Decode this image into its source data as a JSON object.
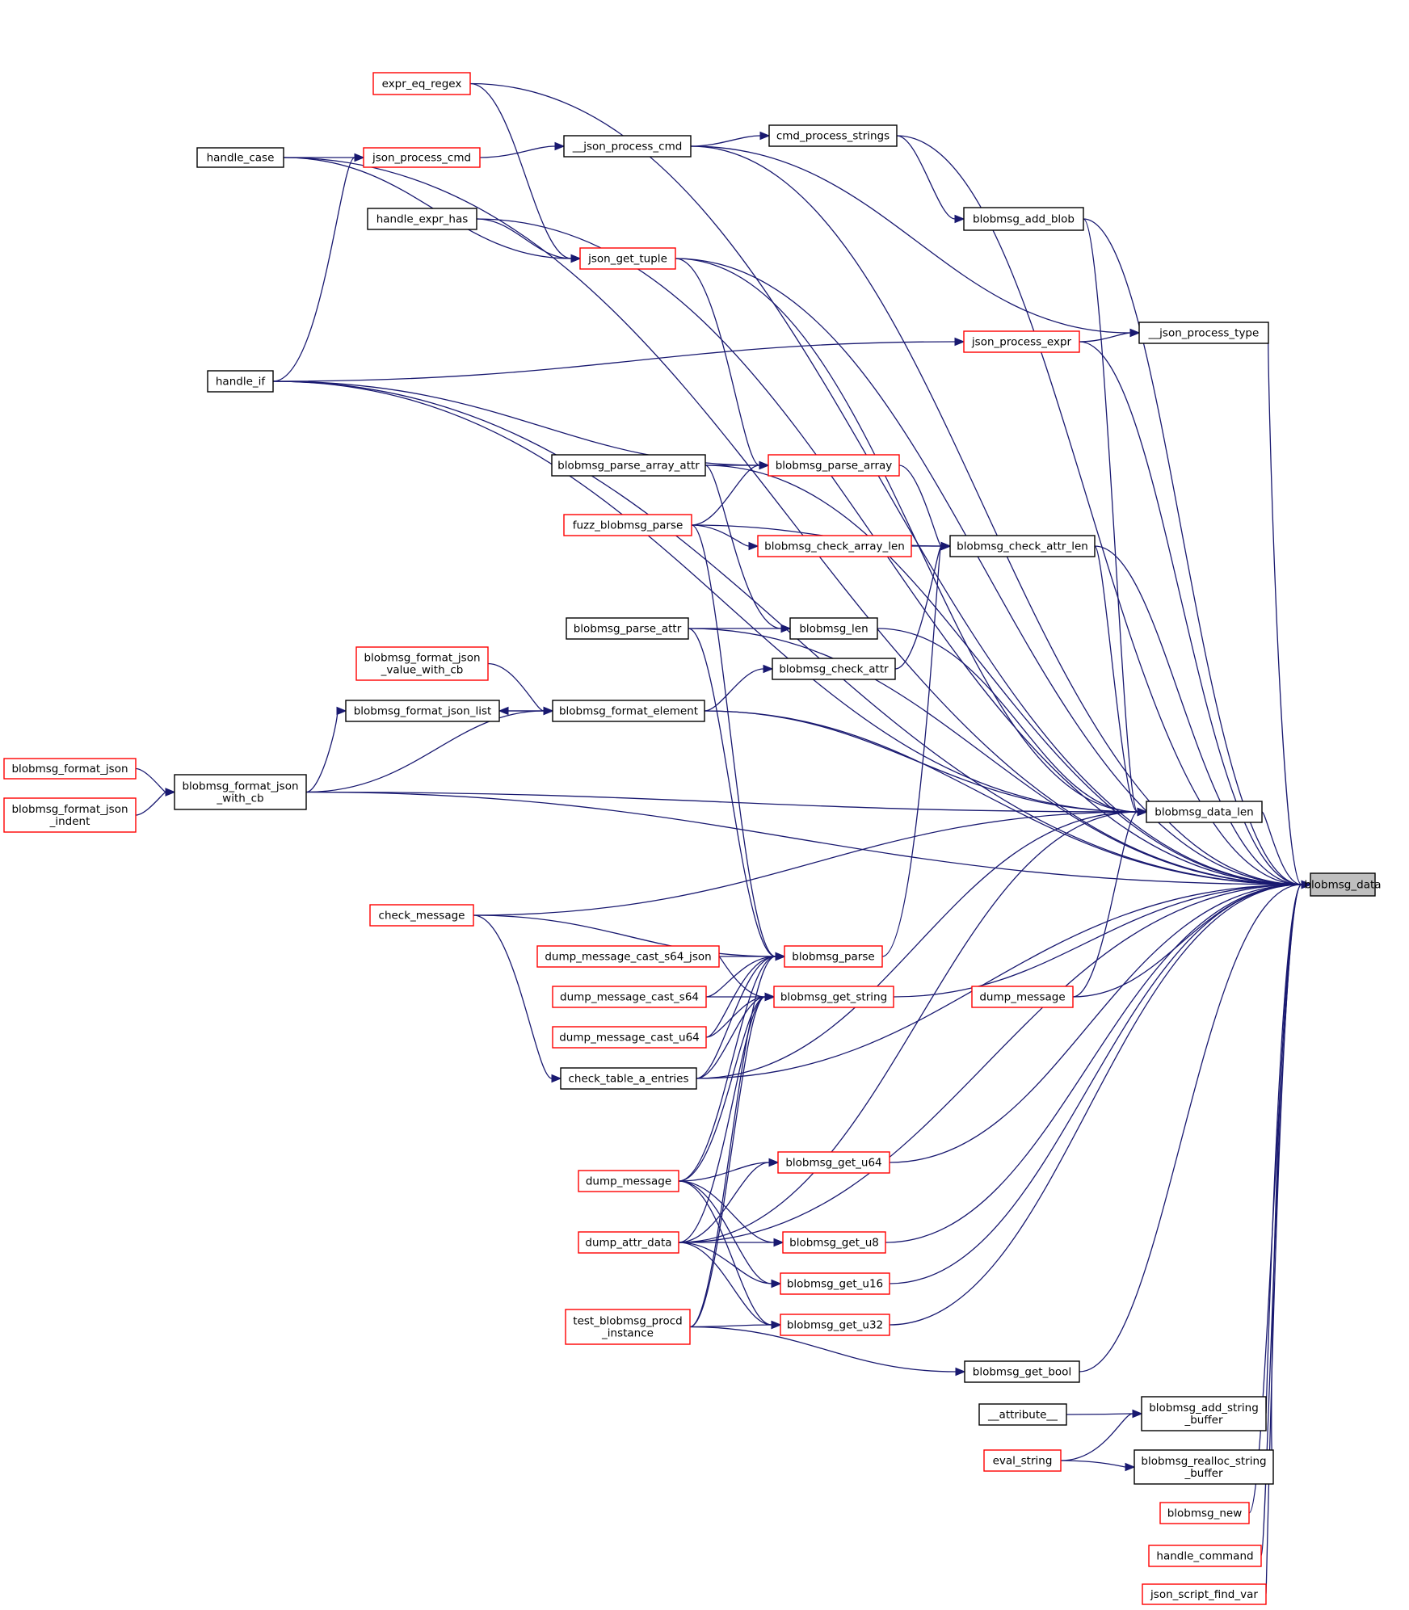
{
  "diagram": {
    "root": "blobmsg_data",
    "colors": {
      "edge": "#191970",
      "ref_border": "#ff0000",
      "plain_border": "#000000",
      "root_fill": "#bfbfbf"
    },
    "nodes": [
      {
        "id": "blobmsg_data",
        "lines": [
          "blobmsg_data"
        ],
        "style": "root"
      },
      {
        "id": "handle_case",
        "lines": [
          "handle_case"
        ],
        "style": "black"
      },
      {
        "id": "expr_eq_regex",
        "lines": [
          "expr_eq_regex"
        ],
        "style": "red"
      },
      {
        "id": "json_process_cmd",
        "lines": [
          "json_process_cmd"
        ],
        "style": "red"
      },
      {
        "id": "__json_process_cmd",
        "lines": [
          "__json_process_cmd"
        ],
        "style": "black"
      },
      {
        "id": "cmd_process_strings",
        "lines": [
          "cmd_process_strings"
        ],
        "style": "black"
      },
      {
        "id": "handle_expr_has",
        "lines": [
          "handle_expr_has"
        ],
        "style": "black"
      },
      {
        "id": "json_get_tuple",
        "lines": [
          "json_get_tuple"
        ],
        "style": "red"
      },
      {
        "id": "blobmsg_add_blob",
        "lines": [
          "blobmsg_add_blob"
        ],
        "style": "black"
      },
      {
        "id": "__json_process_type",
        "lines": [
          "__json_process_type"
        ],
        "style": "black"
      },
      {
        "id": "json_process_expr",
        "lines": [
          "json_process_expr"
        ],
        "style": "red"
      },
      {
        "id": "handle_if",
        "lines": [
          "handle_if"
        ],
        "style": "black"
      },
      {
        "id": "blobmsg_parse_array_attr",
        "lines": [
          "blobmsg_parse_array_attr"
        ],
        "style": "black"
      },
      {
        "id": "blobmsg_parse_array",
        "lines": [
          "blobmsg_parse_array"
        ],
        "style": "red"
      },
      {
        "id": "fuzz_blobmsg_parse",
        "lines": [
          "fuzz_blobmsg_parse"
        ],
        "style": "red"
      },
      {
        "id": "blobmsg_check_array_len",
        "lines": [
          "blobmsg_check_array_len"
        ],
        "style": "red"
      },
      {
        "id": "blobmsg_check_attr_len",
        "lines": [
          "blobmsg_check_attr_len"
        ],
        "style": "black"
      },
      {
        "id": "blobmsg_parse_attr",
        "lines": [
          "blobmsg_parse_attr"
        ],
        "style": "black"
      },
      {
        "id": "blobmsg_len",
        "lines": [
          "blobmsg_len"
        ],
        "style": "black"
      },
      {
        "id": "blobmsg_format_json_value_with_cb",
        "lines": [
          "blobmsg_format_json",
          "_value_with_cb"
        ],
        "style": "red"
      },
      {
        "id": "blobmsg_check_attr",
        "lines": [
          "blobmsg_check_attr"
        ],
        "style": "black"
      },
      {
        "id": "blobmsg_format_json_list",
        "lines": [
          "blobmsg_format_json_list"
        ],
        "style": "black"
      },
      {
        "id": "blobmsg_format_element",
        "lines": [
          "blobmsg_format_element"
        ],
        "style": "black"
      },
      {
        "id": "blobmsg_format_json",
        "lines": [
          "blobmsg_format_json"
        ],
        "style": "red"
      },
      {
        "id": "blobmsg_format_json_with_cb",
        "lines": [
          "blobmsg_format_json",
          "_with_cb"
        ],
        "style": "black"
      },
      {
        "id": "blobmsg_format_json_indent",
        "lines": [
          "blobmsg_format_json",
          "_indent"
        ],
        "style": "red"
      },
      {
        "id": "blobmsg_data_len",
        "lines": [
          "blobmsg_data_len"
        ],
        "style": "black"
      },
      {
        "id": "check_message",
        "lines": [
          "check_message"
        ],
        "style": "red"
      },
      {
        "id": "dump_message_cast_s64_json",
        "lines": [
          "dump_message_cast_s64_json"
        ],
        "style": "red"
      },
      {
        "id": "blobmsg_parse",
        "lines": [
          "blobmsg_parse"
        ],
        "style": "red"
      },
      {
        "id": "dump_message_cast_s64",
        "lines": [
          "dump_message_cast_s64"
        ],
        "style": "red"
      },
      {
        "id": "blobmsg_get_string",
        "lines": [
          "blobmsg_get_string"
        ],
        "style": "red"
      },
      {
        "id": "dump_message_r",
        "lines": [
          "dump_message"
        ],
        "style": "red"
      },
      {
        "id": "dump_message_cast_u64",
        "lines": [
          "dump_message_cast_u64"
        ],
        "style": "red"
      },
      {
        "id": "check_table_a_entries",
        "lines": [
          "check_table_a_entries"
        ],
        "style": "black"
      },
      {
        "id": "blobmsg_get_u64",
        "lines": [
          "blobmsg_get_u64"
        ],
        "style": "red"
      },
      {
        "id": "dump_message_l",
        "lines": [
          "dump_message"
        ],
        "style": "red"
      },
      {
        "id": "dump_attr_data",
        "lines": [
          "dump_attr_data"
        ],
        "style": "red"
      },
      {
        "id": "blobmsg_get_u8",
        "lines": [
          "blobmsg_get_u8"
        ],
        "style": "red"
      },
      {
        "id": "blobmsg_get_u16",
        "lines": [
          "blobmsg_get_u16"
        ],
        "style": "red"
      },
      {
        "id": "test_blobmsg_procd_instance",
        "lines": [
          "test_blobmsg_procd",
          "_instance"
        ],
        "style": "red"
      },
      {
        "id": "blobmsg_get_u32",
        "lines": [
          "blobmsg_get_u32"
        ],
        "style": "red"
      },
      {
        "id": "blobmsg_get_bool",
        "lines": [
          "blobmsg_get_bool"
        ],
        "style": "black"
      },
      {
        "id": "__attribute__",
        "lines": [
          "__attribute__"
        ],
        "style": "black"
      },
      {
        "id": "blobmsg_add_string_buffer",
        "lines": [
          "blobmsg_add_string",
          "_buffer"
        ],
        "style": "black"
      },
      {
        "id": "eval_string",
        "lines": [
          "eval_string"
        ],
        "style": "red"
      },
      {
        "id": "blobmsg_realloc_string_buffer",
        "lines": [
          "blobmsg_realloc_string",
          "_buffer"
        ],
        "style": "black"
      },
      {
        "id": "blobmsg_new",
        "lines": [
          "blobmsg_new"
        ],
        "style": "red"
      },
      {
        "id": "handle_command",
        "lines": [
          "handle_command"
        ],
        "style": "red"
      },
      {
        "id": "json_script_find_var",
        "lines": [
          "json_script_find_var"
        ],
        "style": "red"
      }
    ],
    "edges": [
      [
        "blobmsg_data",
        "handle_case"
      ],
      [
        "blobmsg_data",
        "expr_eq_regex"
      ],
      [
        "blobmsg_data",
        "__json_process_cmd"
      ],
      [
        "blobmsg_data",
        "cmd_process_strings"
      ],
      [
        "blobmsg_data",
        "blobmsg_add_blob"
      ],
      [
        "blobmsg_data",
        "json_get_tuple"
      ],
      [
        "blobmsg_data",
        "handle_expr_has"
      ],
      [
        "blobmsg_data",
        "__json_process_type"
      ],
      [
        "blobmsg_data",
        "json_process_expr"
      ],
      [
        "blobmsg_data",
        "handle_if"
      ],
      [
        "blobmsg_data",
        "blobmsg_parse_array_attr"
      ],
      [
        "blobmsg_data",
        "blobmsg_check_attr_len"
      ],
      [
        "blobmsg_data",
        "blobmsg_parse_attr"
      ],
      [
        "blobmsg_data",
        "blobmsg_format_element"
      ],
      [
        "blobmsg_data",
        "blobmsg_data_len"
      ],
      [
        "blobmsg_data",
        "dump_message_r"
      ],
      [
        "blobmsg_data",
        "blobmsg_get_string"
      ],
      [
        "blobmsg_data",
        "check_table_a_entries"
      ],
      [
        "blobmsg_data",
        "blobmsg_format_json_with_cb"
      ],
      [
        "blobmsg_data",
        "blobmsg_get_u64"
      ],
      [
        "blobmsg_data",
        "blobmsg_get_u8"
      ],
      [
        "blobmsg_data",
        "blobmsg_get_u16"
      ],
      [
        "blobmsg_data",
        "blobmsg_get_u32"
      ],
      [
        "blobmsg_data",
        "dump_attr_data"
      ],
      [
        "blobmsg_data",
        "blobmsg_get_bool"
      ],
      [
        "blobmsg_data",
        "blobmsg_add_string_buffer"
      ],
      [
        "blobmsg_data",
        "blobmsg_realloc_string_buffer"
      ],
      [
        "blobmsg_data",
        "blobmsg_new"
      ],
      [
        "blobmsg_data",
        "handle_command"
      ],
      [
        "blobmsg_data",
        "json_script_find_var"
      ],
      [
        "json_process_cmd",
        "handle_case"
      ],
      [
        "__json_process_cmd",
        "json_process_cmd"
      ],
      [
        "json_process_cmd",
        "handle_if"
      ],
      [
        "cmd_process_strings",
        "__json_process_cmd"
      ],
      [
        "__json_process_type",
        "__json_process_cmd"
      ],
      [
        "blobmsg_add_blob",
        "cmd_process_strings"
      ],
      [
        "json_get_tuple",
        "expr_eq_regex"
      ],
      [
        "json_get_tuple",
        "handle_expr_has"
      ],
      [
        "json_get_tuple",
        "handle_case"
      ],
      [
        "blobmsg_parse_array",
        "json_get_tuple"
      ],
      [
        "json_process_expr",
        "handle_if"
      ],
      [
        "__json_process_type",
        "json_process_expr"
      ],
      [
        "blobmsg_parse_array",
        "blobmsg_parse_array_attr"
      ],
      [
        "blobmsg_parse_array",
        "handle_if"
      ],
      [
        "blobmsg_parse_array",
        "fuzz_blobmsg_parse"
      ],
      [
        "blobmsg_check_attr_len",
        "blobmsg_parse_array"
      ],
      [
        "blobmsg_check_attr_len",
        "fuzz_blobmsg_parse"
      ],
      [
        "blobmsg_check_array_len",
        "fuzz_blobmsg_parse"
      ],
      [
        "blobmsg_check_attr_len",
        "blobmsg_check_array_len"
      ],
      [
        "blobmsg_check_attr_len",
        "blobmsg_check_attr"
      ],
      [
        "blobmsg_len",
        "blobmsg_parse_array_attr"
      ],
      [
        "blobmsg_len",
        "blobmsg_parse_attr"
      ],
      [
        "blobmsg_check_attr",
        "blobmsg_format_element"
      ],
      [
        "blobmsg_format_element",
        "blobmsg_format_json_value_with_cb"
      ],
      [
        "blobmsg_format_element",
        "blobmsg_format_json_list"
      ],
      [
        "blobmsg_format_json_list",
        "blobmsg_format_element"
      ],
      [
        "blobmsg_format_json_list",
        "blobmsg_format_json_with_cb"
      ],
      [
        "blobmsg_format_element",
        "blobmsg_format_json_with_cb"
      ],
      [
        "blobmsg_format_json_with_cb",
        "blobmsg_format_json"
      ],
      [
        "blobmsg_format_json_with_cb",
        "blobmsg_format_json_indent"
      ],
      [
        "blobmsg_data_len",
        "blobmsg_add_blob"
      ],
      [
        "blobmsg_data_len",
        "json_get_tuple"
      ],
      [
        "blobmsg_data_len",
        "blobmsg_check_attr_len"
      ],
      [
        "blobmsg_data_len",
        "blobmsg_len"
      ],
      [
        "blobmsg_data_len",
        "blobmsg_format_element"
      ],
      [
        "blobmsg_data_len",
        "handle_if"
      ],
      [
        "blobmsg_data_len",
        "blobmsg_format_json_with_cb"
      ],
      [
        "blobmsg_data_len",
        "check_message"
      ],
      [
        "blobmsg_data_len",
        "dump_message_r"
      ],
      [
        "blobmsg_data_len",
        "check_table_a_entries"
      ],
      [
        "blobmsg_data_len",
        "dump_attr_data"
      ],
      [
        "blobmsg_parse",
        "fuzz_blobmsg_parse"
      ],
      [
        "blobmsg_parse",
        "blobmsg_parse_attr"
      ],
      [
        "blobmsg_check_attr_len",
        "blobmsg_parse"
      ],
      [
        "blobmsg_parse",
        "check_message"
      ],
      [
        "blobmsg_parse",
        "dump_message_cast_s64_json"
      ],
      [
        "blobmsg_parse",
        "dump_message_cast_s64"
      ],
      [
        "blobmsg_parse",
        "dump_message_cast_u64"
      ],
      [
        "blobmsg_parse",
        "check_table_a_entries"
      ],
      [
        "blobmsg_parse",
        "dump_message_l"
      ],
      [
        "blobmsg_parse",
        "test_blobmsg_procd_instance"
      ],
      [
        "blobmsg_get_string",
        "dump_message_cast_s64_json"
      ],
      [
        "blobmsg_get_string",
        "dump_message_cast_s64"
      ],
      [
        "blobmsg_get_string",
        "dump_message_cast_u64"
      ],
      [
        "blobmsg_get_string",
        "check_table_a_entries"
      ],
      [
        "blobmsg_get_string",
        "dump_message_l"
      ],
      [
        "blobmsg_get_string",
        "dump_attr_data"
      ],
      [
        "blobmsg_get_string",
        "test_blobmsg_procd_instance"
      ],
      [
        "check_table_a_entries",
        "check_message"
      ],
      [
        "blobmsg_get_u64",
        "dump_message_l"
      ],
      [
        "blobmsg_get_u64",
        "dump_attr_data"
      ],
      [
        "blobmsg_get_u8",
        "dump_message_l"
      ],
      [
        "blobmsg_get_u8",
        "dump_attr_data"
      ],
      [
        "blobmsg_get_u16",
        "dump_message_l"
      ],
      [
        "blobmsg_get_u16",
        "dump_attr_data"
      ],
      [
        "blobmsg_get_u32",
        "dump_message_l"
      ],
      [
        "blobmsg_get_u32",
        "dump_attr_data"
      ],
      [
        "blobmsg_get_u32",
        "test_blobmsg_procd_instance"
      ],
      [
        "blobmsg_get_bool",
        "test_blobmsg_procd_instance"
      ],
      [
        "blobmsg_add_string_buffer",
        "__attribute__"
      ],
      [
        "blobmsg_add_string_buffer",
        "eval_string"
      ],
      [
        "blobmsg_realloc_string_buffer",
        "eval_string"
      ]
    ]
  }
}
